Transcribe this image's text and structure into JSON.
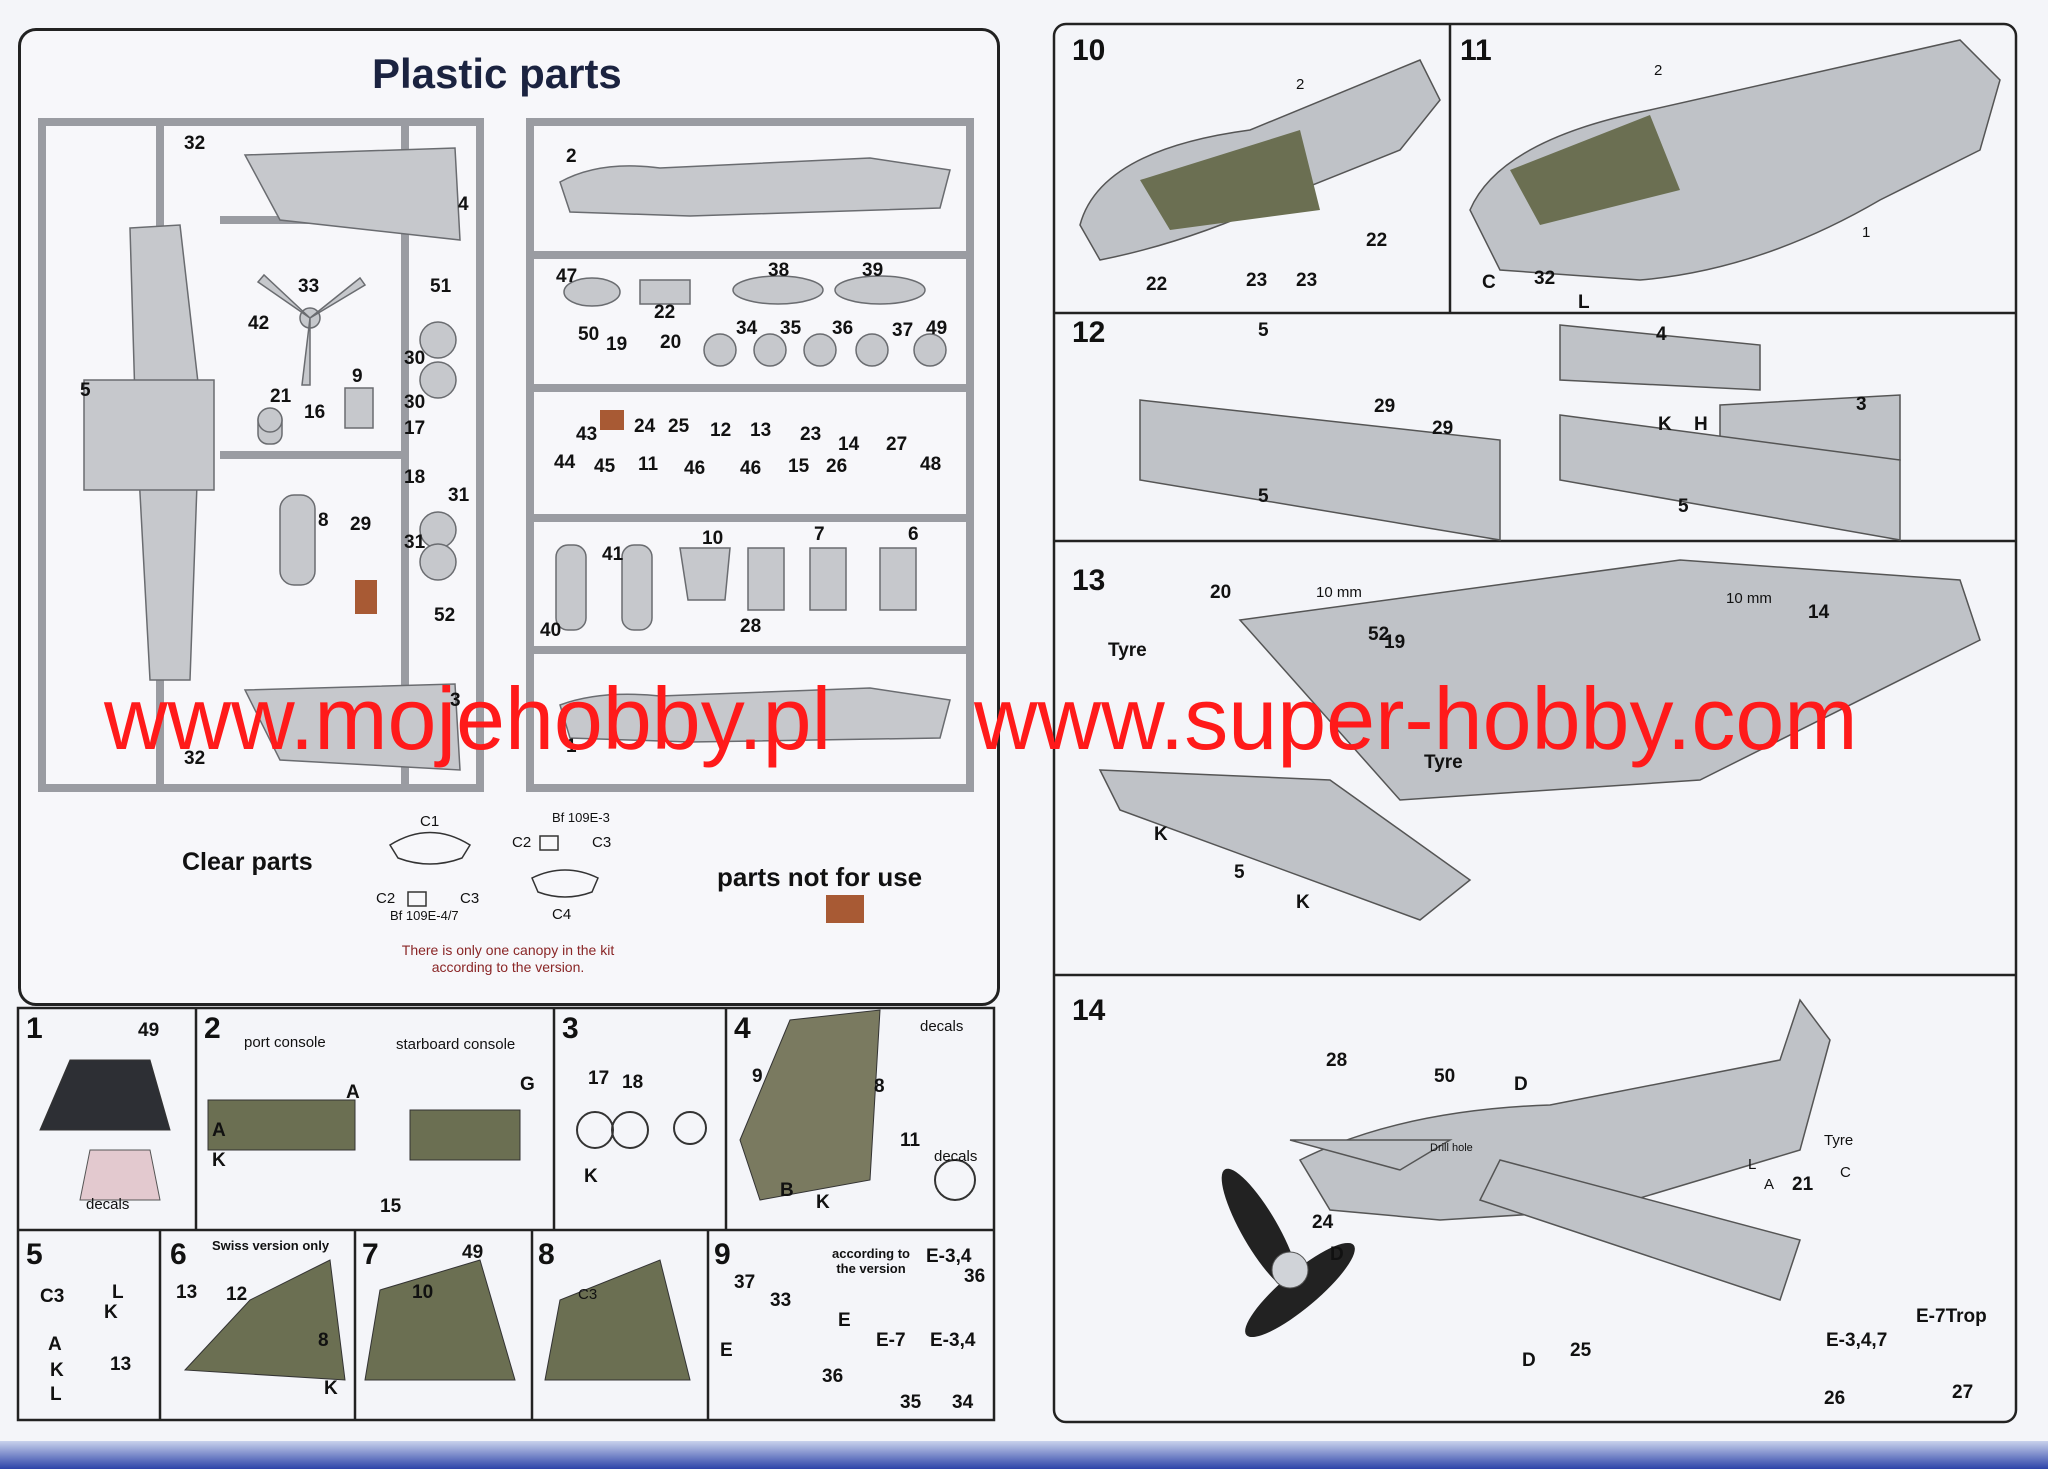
{
  "parts": {
    "title": "Plastic parts",
    "labels": [
      "32",
      "4",
      "33",
      "51",
      "42",
      "30",
      "5",
      "9",
      "21",
      "16",
      "30",
      "17",
      "18",
      "31",
      "8",
      "29",
      "31",
      "52",
      "3",
      "32"
    ],
    "labels_r": [
      "2",
      "47",
      "22",
      "38",
      "39",
      "50",
      "19",
      "20",
      "34",
      "35",
      "36",
      "37",
      "49",
      "43",
      "24",
      "25",
      "12",
      "13",
      "23",
      "14",
      "27",
      "44",
      "45",
      "11",
      "46",
      "46",
      "15",
      "26",
      "48",
      "41",
      "10",
      "7",
      "6",
      "40",
      "28",
      "1"
    ]
  },
  "clear": {
    "title": "Clear parts",
    "labels": [
      "C1",
      "Bf 109E-3",
      "C2",
      "C3",
      "C2",
      "C3",
      "Bf 109E-4/7",
      "C4"
    ],
    "note": "There is only one canopy in the kit according to the version."
  },
  "legend": {
    "not_for_use": "parts not for use",
    "not_for_use_color": "#a85a34"
  },
  "steps": {
    "1": {
      "num": "1",
      "labels": [
        "49",
        "decals"
      ]
    },
    "2": {
      "num": "2",
      "labels": [
        "port console",
        "starboard console",
        "A",
        "G",
        "A",
        "K",
        "15"
      ]
    },
    "3": {
      "num": "3",
      "labels": [
        "17",
        "18",
        "K"
      ]
    },
    "4": {
      "num": "4",
      "labels": [
        "decals",
        "9",
        "8",
        "11",
        "decals",
        "B",
        "K"
      ]
    },
    "5": {
      "num": "5",
      "labels": [
        "C3",
        "L",
        "K",
        "A",
        "13",
        "K",
        "L"
      ]
    },
    "6": {
      "num": "6",
      "labels": [
        "Swiss version only",
        "13",
        "12",
        "8",
        "K"
      ]
    },
    "7": {
      "num": "7",
      "labels": [
        "49",
        "10"
      ]
    },
    "8": {
      "num": "8",
      "labels": [
        "C3"
      ]
    },
    "9": {
      "num": "9",
      "labels": [
        "according to the version",
        "37",
        "33",
        "E",
        "E",
        "36",
        "E-3,4",
        "36",
        "E-7",
        "E-3,4",
        "35",
        "34"
      ]
    },
    "10": {
      "num": "10",
      "labels": [
        "2",
        "22",
        "22",
        "23",
        "23"
      ]
    },
    "11": {
      "num": "11",
      "labels": [
        "2",
        "1",
        "C",
        "32",
        "L"
      ]
    },
    "12": {
      "num": "12",
      "labels": [
        "5",
        "29",
        "29",
        "5",
        "4",
        "3",
        "K",
        "H",
        "5"
      ]
    },
    "13": {
      "num": "13",
      "labels": [
        "20",
        "10 mm",
        "10 mm",
        "14",
        "Tyre",
        "52",
        "19",
        "Tyre",
        "K",
        "5",
        "K"
      ]
    },
    "14": {
      "num": "14",
      "drill_hole": "Drill hole",
      "labels": [
        "28",
        "50",
        "D",
        "24",
        "D",
        "Tyre",
        "L",
        "C",
        "A",
        "21",
        "E-7Trop",
        "E-3,4,7",
        "25",
        "D",
        "26",
        "27"
      ]
    }
  },
  "watermark": {
    "left": "www.mojehobby.pl",
    "right": "www.super-hobby.com",
    "color": "#ff1a1a"
  }
}
